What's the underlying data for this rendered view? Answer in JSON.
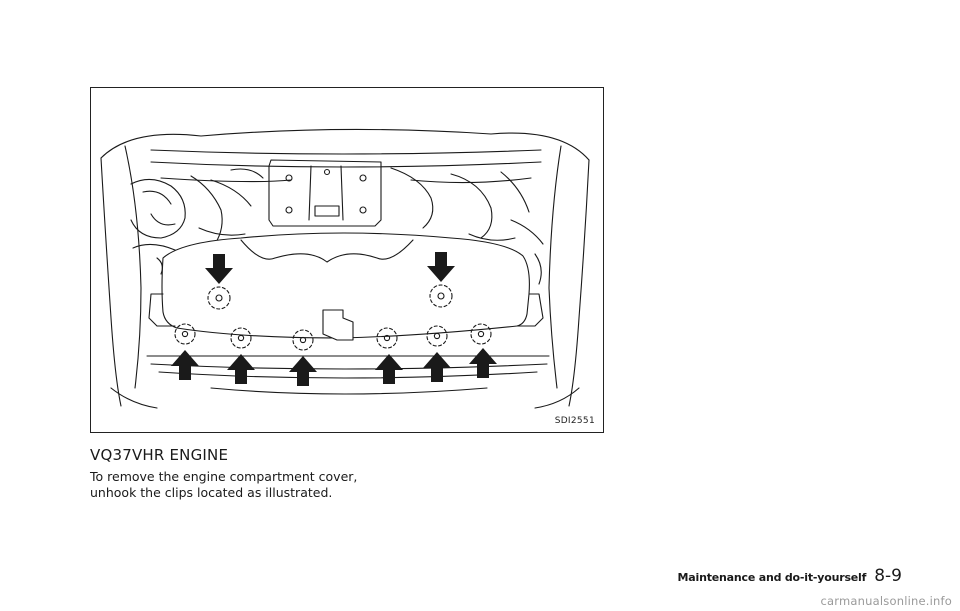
{
  "figure": {
    "code": "SDI2551"
  },
  "section": {
    "heading": "VQ37VHR ENGINE",
    "body_lines": [
      "To remove the engine compartment cover,",
      "unhook the clips located as illustrated."
    ]
  },
  "footer": {
    "section_title": "Maintenance and do-it-yourself",
    "page_number": "8-9"
  },
  "watermark": "carmanualsonline.info"
}
